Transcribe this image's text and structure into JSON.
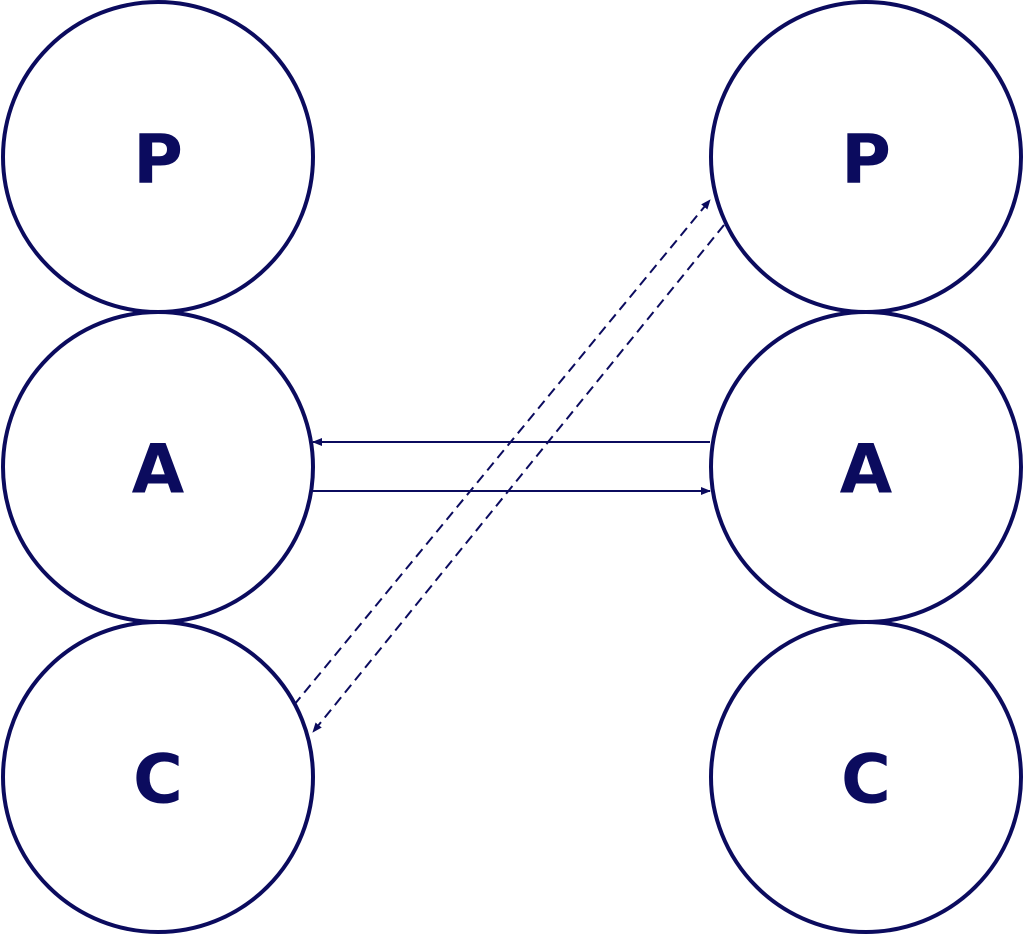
{
  "colors": {
    "stroke": "#0b0b5e",
    "text": "#0b0b5e",
    "background": "#ffffff"
  },
  "left_person": {
    "parent_label": "P",
    "adult_label": "A",
    "child_label": "C"
  },
  "right_person": {
    "parent_label": "P",
    "adult_label": "A",
    "child_label": "C"
  }
}
